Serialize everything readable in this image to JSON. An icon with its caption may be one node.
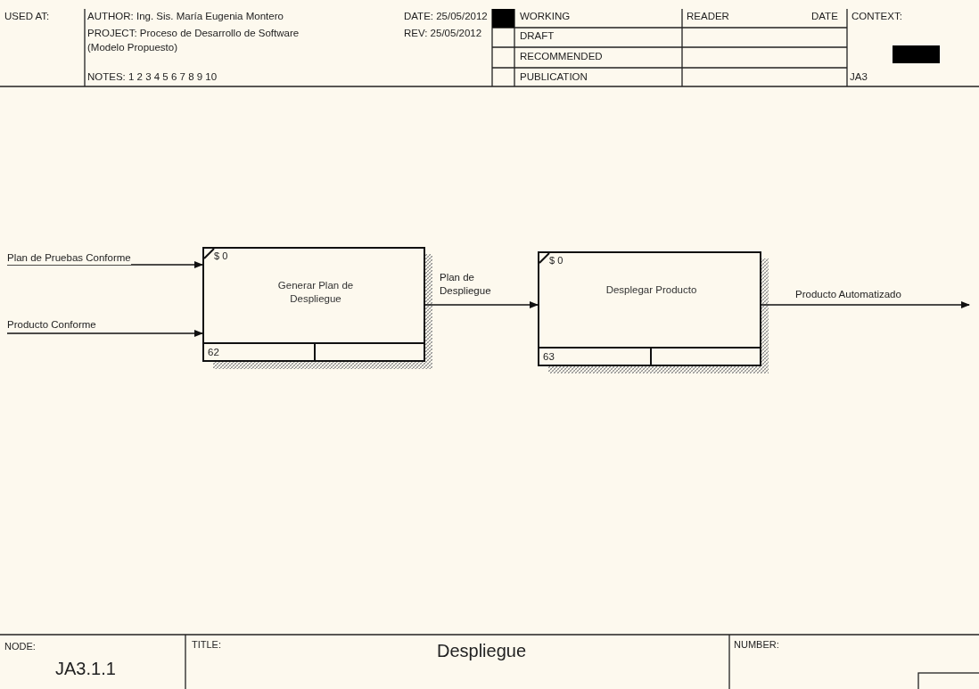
{
  "diagram": {
    "title": "Despliegue",
    "nodes": [
      {
        "text": [
          "$ 0",
          "Generar Plan de Despliegue",
          "62"
        ]
      },
      {
        "text": [
          "$ 0",
          "Desplegar Producto",
          "63"
        ]
      }
    ],
    "edges": [
      {
        "from": null,
        "to": 0,
        "arrow": "to",
        "label": "Plan de Pruebas Conforme"
      },
      {
        "from": null,
        "to": 0,
        "arrow": "to",
        "label": "Producto Conforme"
      },
      {
        "from": 0,
        "to": 1,
        "arrow": "to",
        "label": "Plan de Despliegue"
      },
      {
        "from": 1,
        "to": null,
        "arrow": "to",
        "label": "Producto Automatizado"
      }
    ],
    "labels": [
      "USED AT:",
      "AUTHOR:  Ing. Sis. María Eugenia Montero",
      "DATE: 25/05/2012",
      "PROJECT:  Proceso de Desarrollo de Software (Modelo Propuesto)",
      "REV:  25/05/2012",
      "NOTES:  1  2  3  4  5  6  7  8  9  10",
      "WORKING",
      "READER",
      "DATE",
      "CONTEXT:",
      "DRAFT",
      "RECOMMENDED",
      "PUBLICATION",
      "JA3",
      "NODE:",
      "JA3.1.1",
      "TITLE:",
      "NUMBER:"
    ]
  }
}
